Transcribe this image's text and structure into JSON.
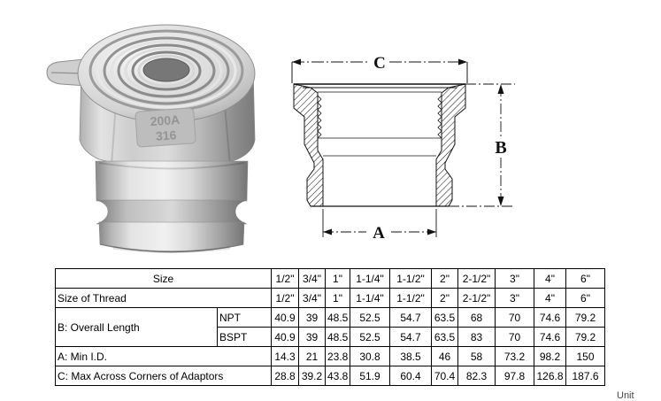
{
  "page": {
    "unit_note": "Unit"
  },
  "photo": {
    "stamp_line1": "200A",
    "stamp_line2": "316"
  },
  "diagram": {
    "label_c": "C",
    "label_b": "B",
    "label_a": "A"
  },
  "table": {
    "size_label": "Size",
    "size_values": [
      "1/2\"",
      "3/4\"",
      "1\"",
      "1-1/4\"",
      "1-1/2\"",
      "2\"",
      "2-1/2\"",
      "3\"",
      "4\"",
      "6\""
    ],
    "thread_label": "Size of Thread",
    "thread_values": [
      "1/2\"",
      "3/4\"",
      "1\"",
      "1-1/4\"",
      "1-1/2\"",
      "2\"",
      "2-1/2\"",
      "3\"",
      "4\"",
      "6\""
    ],
    "overall_length_label": "B: Overall Length",
    "npt_label": "NPT",
    "npt_values": [
      "40.9",
      "39",
      "48.5",
      "52.5",
      "54.7",
      "63.5",
      "68",
      "70",
      "74.6",
      "79.2"
    ],
    "bspt_label": "BSPT",
    "bspt_values": [
      "40.9",
      "39",
      "48.5",
      "52.5",
      "54.7",
      "63.5",
      "83",
      "70",
      "74.6",
      "79.2"
    ],
    "min_id_label": "A: Min I.D.",
    "min_id_values": [
      "14.3",
      "21",
      "23.8",
      "30.8",
      "38.5",
      "46",
      "58",
      "73.2",
      "98.2",
      "150"
    ],
    "max_corners_label": "C: Max Across Corners of Adaptors",
    "max_corners_values": [
      "28.8",
      "39.2",
      "43.8",
      "51.9",
      "60.4",
      "70.4",
      "82.3",
      "97.8",
      "126.8",
      "187.6"
    ]
  }
}
